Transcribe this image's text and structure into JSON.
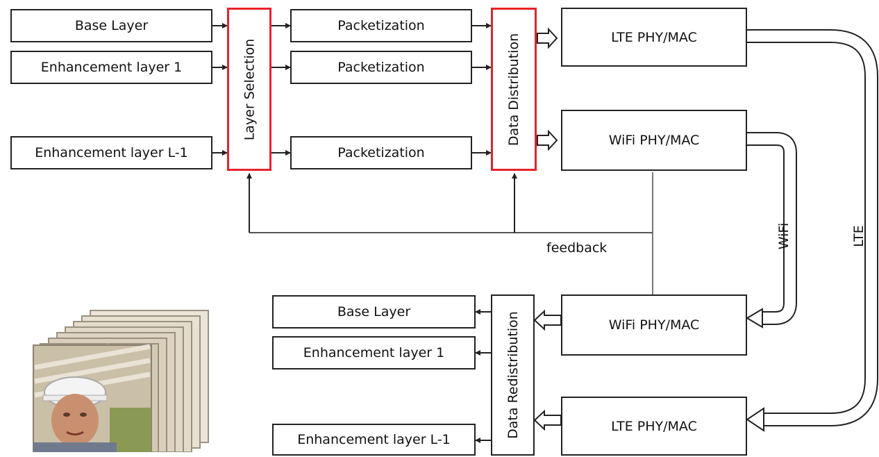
{
  "sender": {
    "inputs": [
      "Base Layer",
      "Enhancement layer 1",
      "Enhancement layer L-1"
    ],
    "layer_selection": "Layer Selection",
    "packetization": [
      "Packetization",
      "Packetization",
      "Packetization"
    ],
    "data_distribution": "Data Distribution",
    "lte_phy": "LTE PHY/MAC",
    "wifi_phy": "WiFi PHY/MAC"
  },
  "receiver": {
    "wifi_phy": "WiFi PHY/MAC",
    "lte_phy": "LTE PHY/MAC",
    "data_redistribution": "Data Redistribution",
    "outputs": [
      "Base Layer",
      "Enhancement layer 1",
      "Enhancement layer L-1"
    ]
  },
  "labels": {
    "feedback": "feedback",
    "wifi_channel": "WiFi",
    "lte_channel": "LTE"
  },
  "colors": {
    "highlight": "#e8222a",
    "stroke": "#222222"
  }
}
